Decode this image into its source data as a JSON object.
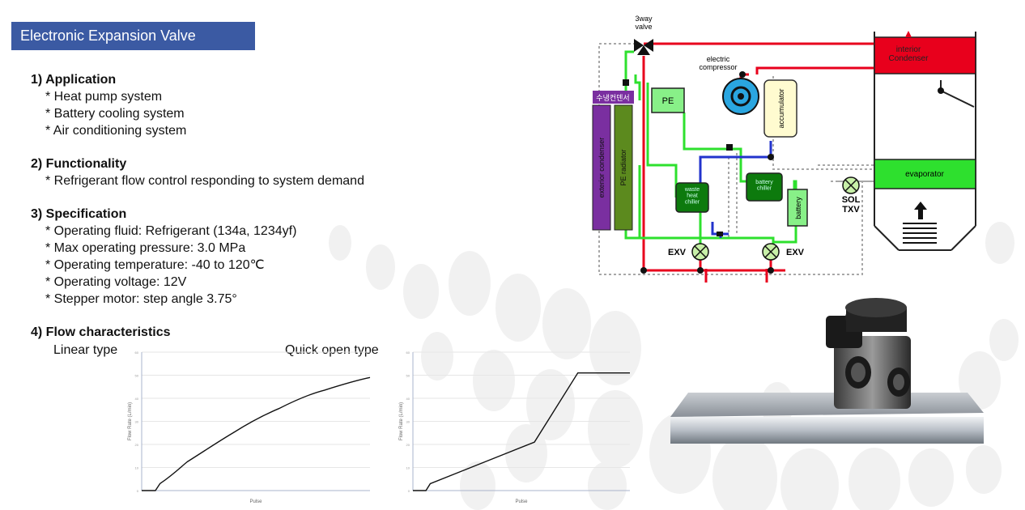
{
  "slide": {
    "title": "Electronic Expansion Valve",
    "sections": [
      {
        "heading": "1) Application",
        "items": [
          "* Heat pump system",
          "* Battery cooling system",
          "* Air conditioning system"
        ]
      },
      {
        "heading": "2) Functionality",
        "items": [
          "* Refrigerant flow control responding to system demand"
        ]
      },
      {
        "heading": "3) Specification",
        "items": [
          "* Operating fluid: Refrigerant (134a, 1234yf)",
          "* Max operating pressure: 3.0 MPa",
          "* Operating temperature: -40 to 120℃",
          "* Operating voltage: 12V",
          "* Stepper motor: step angle 3.75°"
        ]
      },
      {
        "heading": "4) Flow characteristics",
        "items": []
      }
    ]
  },
  "charts": {
    "linear_label": "Linear type",
    "quick_label": "Quick open type"
  },
  "chart_data": [
    {
      "type": "line",
      "title": "Linear type",
      "xlabel": "Pulse",
      "ylabel": "Flow Rate (L/min)",
      "xlim": [
        0,
        500
      ],
      "ylim": [
        0,
        60
      ],
      "yticks": [
        "0",
        "10",
        "20",
        "30",
        "40",
        "50",
        "60"
      ],
      "x": [
        0,
        30,
        40,
        100,
        200,
        300,
        400,
        500
      ],
      "y": [
        0,
        0,
        3,
        12.5,
        25,
        35.5,
        43.5,
        49
      ]
    },
    {
      "type": "line",
      "title": "Quick open type",
      "xlabel": "Pulse",
      "ylabel": "Flow Rate (L/min)",
      "xlim": [
        0,
        500
      ],
      "ylim": [
        0,
        60
      ],
      "yticks": [
        "0",
        "10",
        "20",
        "30",
        "40",
        "50",
        "60"
      ],
      "x": [
        0,
        30,
        40,
        100,
        200,
        280,
        320,
        380,
        500
      ],
      "y": [
        0,
        0,
        3,
        7.5,
        15,
        21,
        33,
        51,
        51
      ]
    }
  ],
  "diagram": {
    "three_way_valve": "3way\nvalve",
    "electric_compressor": "electric\ncompressor",
    "interior_condenser": "interior\nCondenser",
    "accumulator": "accumulator",
    "pe": "PE",
    "korean_label": "수냉컨덴서",
    "exterior_condenser": "exterior condenser",
    "pe_radiator": "PE radiator",
    "waste_heat_chiller": "waste\nheat\nchiller",
    "battery_chiller": "battery\nchiller",
    "battery": "battery",
    "evaporator": "evaporator",
    "sol_txv": "SOL\nTXV",
    "exv_left": "EXV",
    "exv_right": "EXV",
    "colors": {
      "red": "#e8001c",
      "green": "#2ee02e",
      "blue": "#2233cc",
      "purple": "#7a2fa0",
      "olive": "#5c8a1e",
      "dark_green": "#0d7a0d",
      "light_green": "#88f088",
      "accumulator": "#fffbd0",
      "compressor": "#2aa6e0"
    }
  }
}
